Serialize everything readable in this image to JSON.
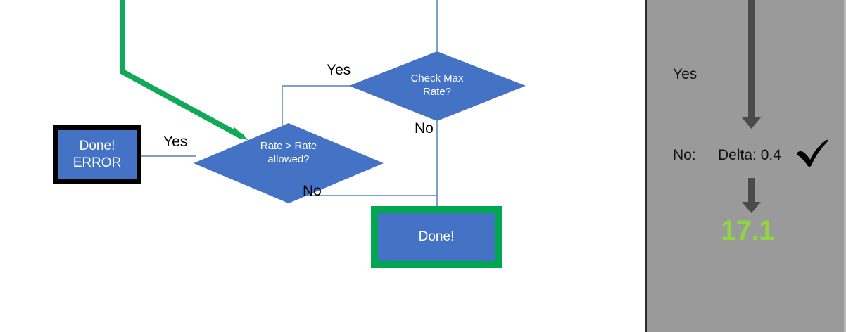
{
  "colors": {
    "node_fill": "#4472C4",
    "node_text": "#FFFFFF",
    "connector": "#7F9FC8",
    "error_border": "#000000",
    "done_border": "#00A650",
    "highlight_path": "#0FA958",
    "panel_background": "#9A9A9A",
    "panel_arrow": "#4A4A4A",
    "value_green": "#8FD63F",
    "label_text": "#000000"
  },
  "flowchart": {
    "nodes": [
      {
        "id": "check-max-rate",
        "shape": "decision",
        "label": "Check Max\nRate?"
      },
      {
        "id": "rate-gt-rate-allowed",
        "shape": "decision",
        "label": "Rate > Rate\nallowed?"
      },
      {
        "id": "done-error",
        "shape": "process",
        "label": "Done!\nERROR"
      },
      {
        "id": "done",
        "shape": "process",
        "label": "Done!"
      }
    ],
    "edge_labels": [
      {
        "id": "yes-check-max-rate",
        "text": "Yes"
      },
      {
        "id": "no-check-max-rate",
        "text": "No"
      },
      {
        "id": "yes-rate-gt",
        "text": "Yes"
      },
      {
        "id": "no-rate-gt",
        "text": "No"
      }
    ]
  },
  "panel": {
    "yes_label": "Yes",
    "no_label": "No:",
    "delta_label": "Delta: 0.4",
    "check_icon": "check-mark",
    "result_value": "17.1"
  }
}
